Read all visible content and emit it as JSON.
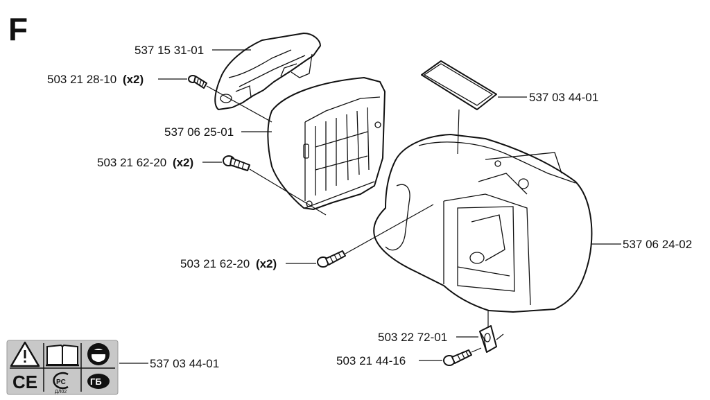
{
  "section_letter": "F",
  "labels": {
    "cover_top": "537 15 31-01",
    "screw_top": {
      "part": "503 21 28-10",
      "qty": "(x2)"
    },
    "cylinder_cover": "537 06 25-01",
    "screw_mid": {
      "part": "503 21 62-20",
      "qty": "(x2)"
    },
    "decal": "537 03 44-01",
    "housing": "537 06 24-02",
    "screw_low": {
      "part": "503 21 62-20",
      "qty": "(x2)"
    },
    "nut": "503 22 72-01",
    "screw_bottom": "503 21 44-16",
    "symbol_plate": "537 03 44-01"
  },
  "symbol_plate": {
    "icons": [
      "warning-triangle-icon",
      "manual-book-icon",
      "ear-eye-protection-icon",
      "ce-mark-icon",
      "pct-mark-icon",
      "gost-mark-icon"
    ],
    "ce_text": "CE",
    "pct_sub": "ДЛ02",
    "background": "#c8c8c8"
  }
}
